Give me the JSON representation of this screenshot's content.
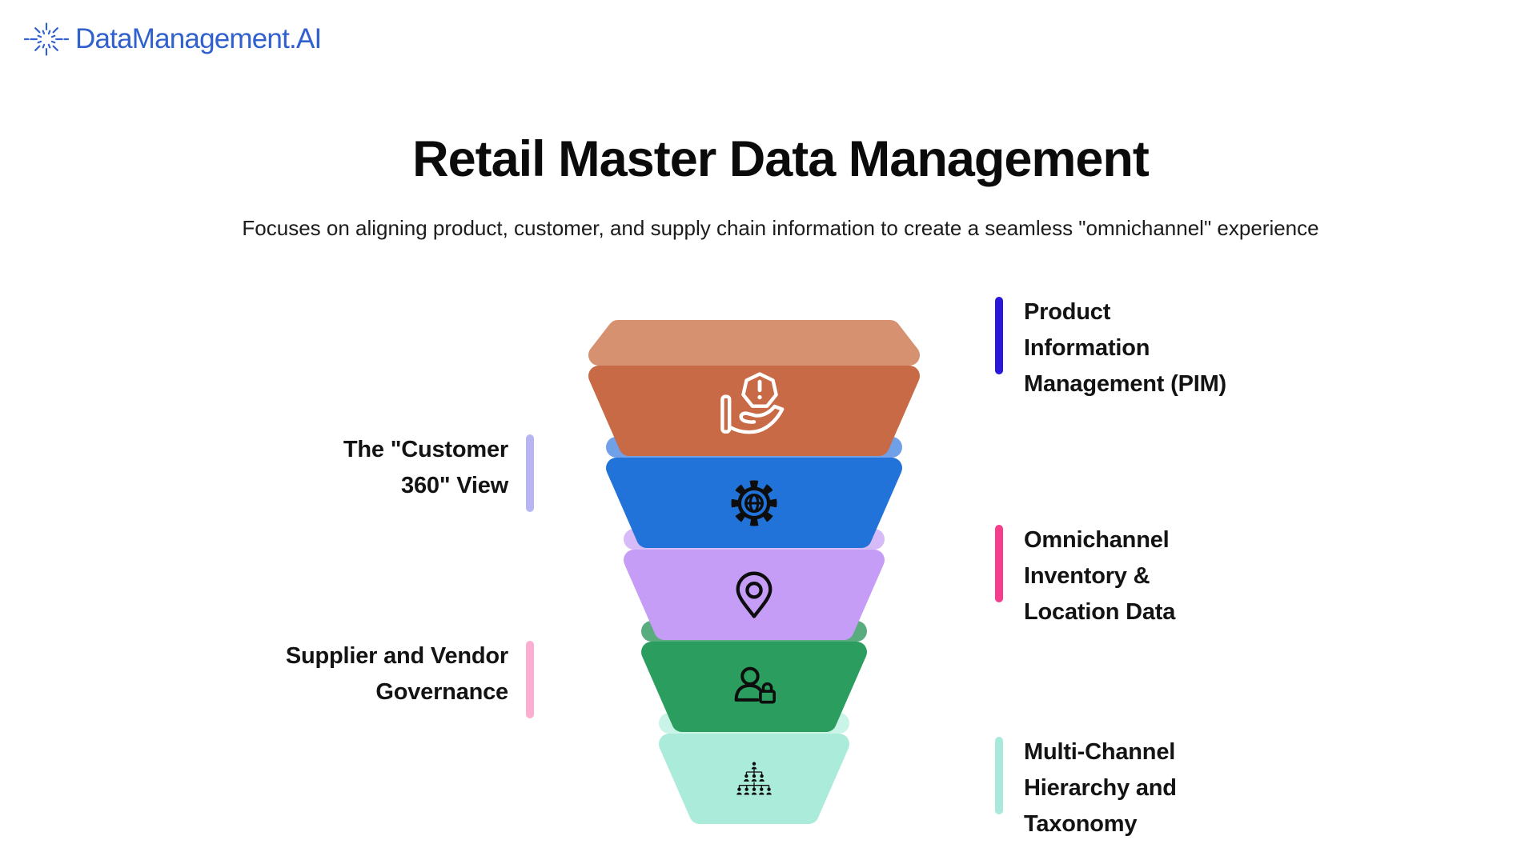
{
  "logo": {
    "text": "DataManagement.AI",
    "color": "#3160cf",
    "icon": "starburst-icon"
  },
  "header": {
    "title": "Retail Master Data Management",
    "subtitle": "Focuses on aligning product, customer, and supply chain information to create a seamless \"omnichannel\" experience"
  },
  "funnel": {
    "layers": [
      {
        "label_id": "pim",
        "icon": "hand-alert-icon",
        "front_color": "#C86A46",
        "top_color": "#D69170",
        "icon_color": "#ffffff"
      },
      {
        "label_id": "customer-360",
        "icon": "gear-globe-icon",
        "front_color": "#2273D9",
        "top_color": "#6FA0E8",
        "icon_color": "#0d0d0d"
      },
      {
        "label_id": "omnichannel",
        "icon": "location-pin-icon",
        "front_color": "#C59CF6",
        "top_color": "#D7BBF9",
        "icon_color": "#0d0d0d"
      },
      {
        "label_id": "supplier",
        "icon": "person-lock-icon",
        "front_color": "#2B9E5F",
        "top_color": "#58AC7D",
        "icon_color": "#0d0d0d"
      },
      {
        "label_id": "multichannel",
        "icon": "org-hierarchy-icon",
        "front_color": "#ABEBD9",
        "top_color": "#CBF4E8",
        "icon_color": "#0d0d0d"
      }
    ]
  },
  "labels": [
    {
      "id": "pim",
      "side": "right",
      "bar_color": "#2A17D9",
      "lines": [
        "Product",
        "Information",
        "Management (PIM)"
      ]
    },
    {
      "id": "customer-360",
      "side": "left",
      "bar_color": "#B9B5F3",
      "lines": [
        "The \"Customer",
        "360\" View"
      ]
    },
    {
      "id": "omnichannel",
      "side": "right",
      "bar_color": "#F43E8C",
      "lines": [
        "Omnichannel",
        "Inventory &",
        "Location Data"
      ]
    },
    {
      "id": "supplier",
      "side": "left",
      "bar_color": "#FCAED1",
      "lines": [
        "Supplier and Vendor",
        "Governance"
      ]
    },
    {
      "id": "multichannel",
      "side": "right",
      "bar_color": "#A9E9DC",
      "lines": [
        "Multi-Channel",
        "Hierarchy and",
        "Taxonomy"
      ]
    }
  ]
}
